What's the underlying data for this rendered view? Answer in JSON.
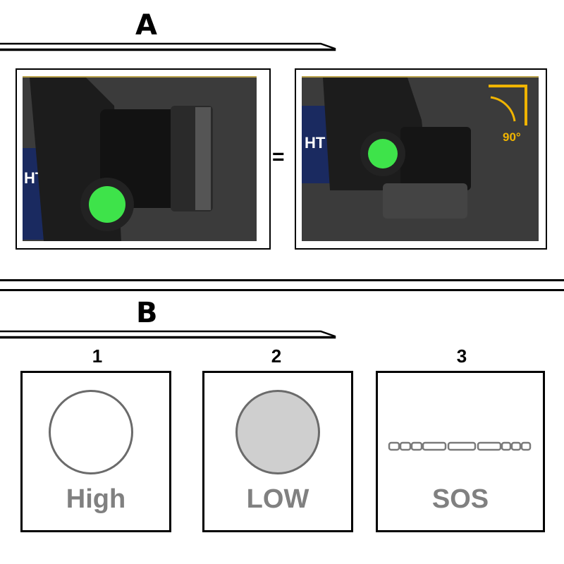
{
  "section_a": {
    "letter": "A",
    "equals_sign": "=",
    "photo_left": {
      "subject": "headlamp-front-facing",
      "band_text": "HT"
    },
    "photo_right": {
      "subject": "headlamp-rotated-down",
      "band_text": "HT",
      "rotation_label": "90°"
    }
  },
  "section_b": {
    "letter": "B",
    "modes": [
      {
        "number": "1",
        "label": "High"
      },
      {
        "number": "2",
        "label": "LOW"
      },
      {
        "number": "3",
        "label": "SOS"
      }
    ]
  },
  "colors": {
    "button_green": "#3ee34a",
    "accent_yellow": "#f0b400",
    "label_gray": "#808080",
    "low_fill": "#cfcfcf"
  }
}
